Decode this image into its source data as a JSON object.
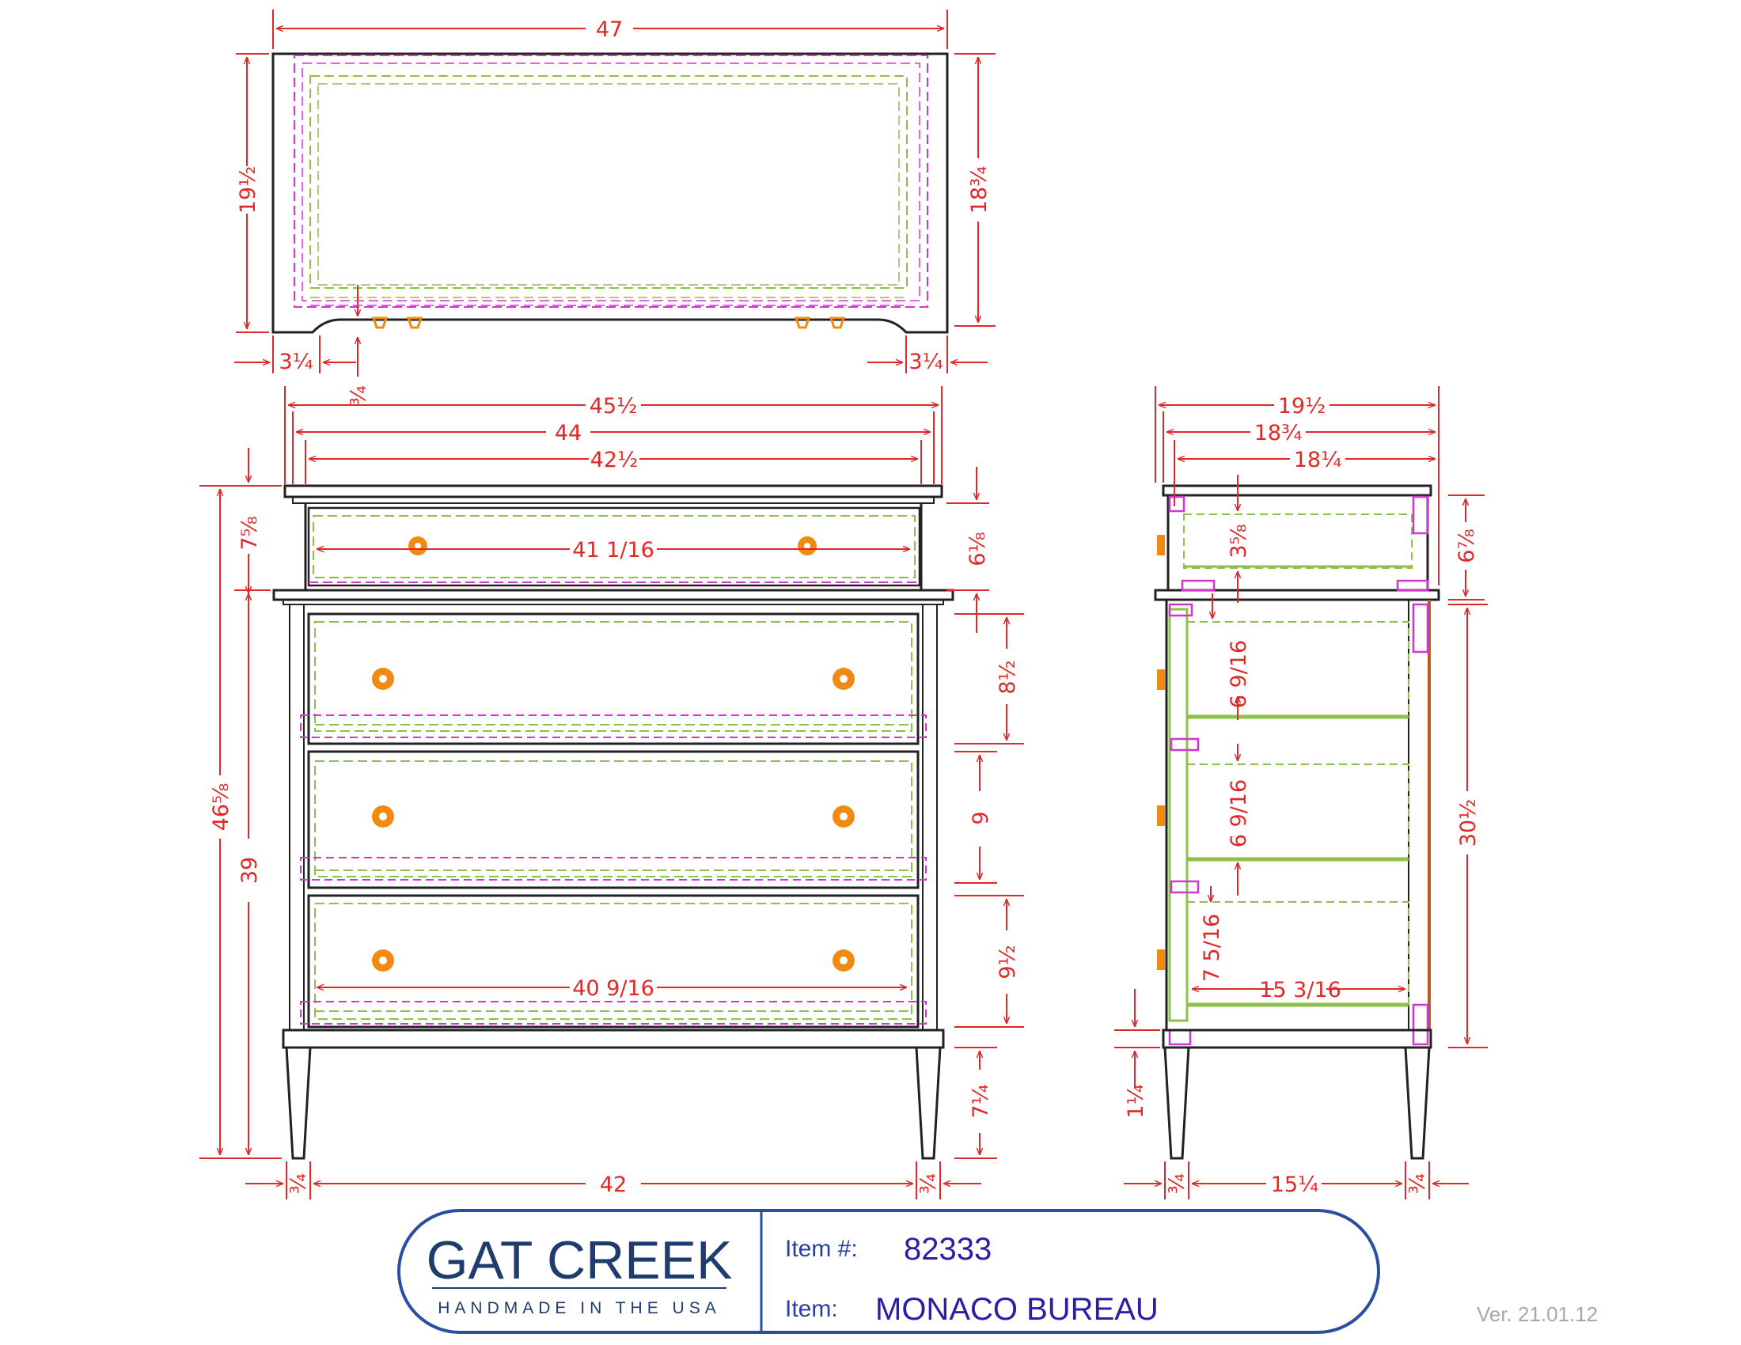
{
  "title_block": {
    "brand": "GAT CREEK",
    "tagline": "HANDMADE IN THE USA",
    "item_number_label": "Item #:",
    "item_number": "82333",
    "item_label": "Item:",
    "item_name": "MONACO BUREAU"
  },
  "version": "Ver. 21.01.12",
  "dimensions": {
    "top_width": "47",
    "top_depth": "19½",
    "top_inner_depth": "18¾",
    "top_left_offset": "3¼",
    "top_right_offset": "3¼",
    "top_small_offset": "¾",
    "front_overall_width": "45½",
    "front_case_width": "44",
    "front_inner_width": "42½",
    "top_drawer_width": "41 1/16",
    "bottom_drawer_width": "40 9/16",
    "overall_height": "46⅝",
    "upper_section_height": "7⅝",
    "case_height": "39",
    "top_drawer_height": "6⅛",
    "drawer1_height": "8½",
    "drawer2_height": "9",
    "drawer3_height": "9½",
    "leg_height": "7¼",
    "leg_spacing": "42",
    "leg_left_inset": "¾",
    "leg_right_inset": "¾",
    "side_overall_depth": "19½",
    "side_case_depth": "18¾",
    "side_inner_depth": "18¼",
    "side_top_drawer_depth": "3⅝",
    "side_upper_height": "6⅞",
    "side_drawer1_depth": "6 9/16",
    "side_drawer2_depth": "6 9/16",
    "side_drawer3_depth": "7 5/16",
    "side_drawer_length": "15 3/16",
    "side_case_height": "30½",
    "side_apron": "1¼",
    "side_leg_spacing": "15¼",
    "side_leg_left_inset": "¾",
    "side_leg_right_inset": "¾"
  },
  "colors": {
    "dimension": "#e02828",
    "outline": "#222222",
    "drawer_dash": "#8cc24a",
    "magenta": "#d236d2",
    "knob": "#f08a12",
    "brand": "#1f3c6e",
    "item_text": "#2a1ea8"
  }
}
